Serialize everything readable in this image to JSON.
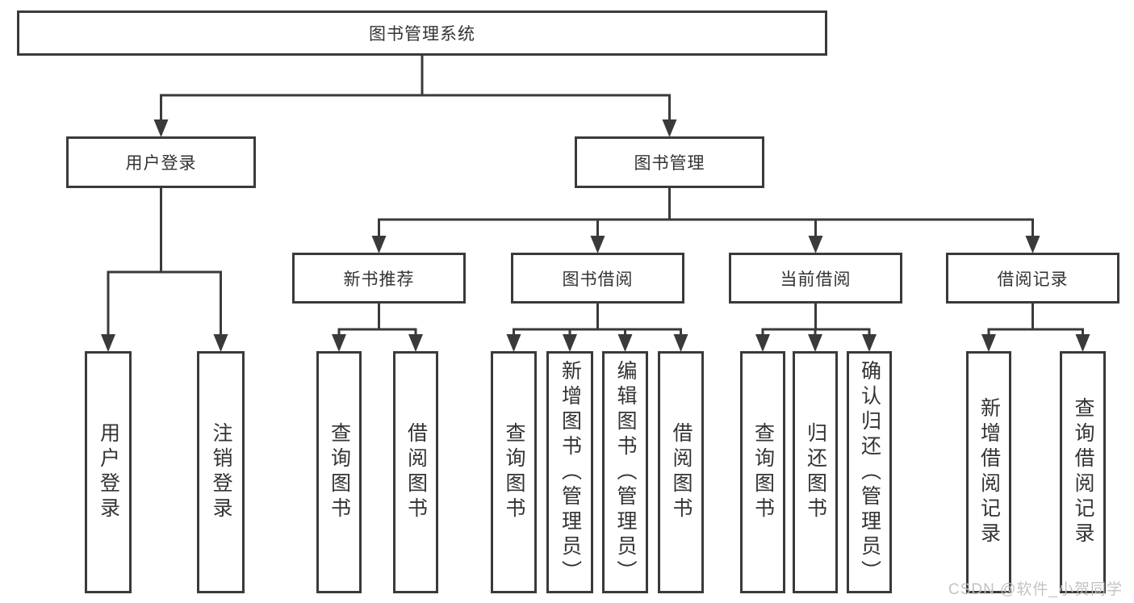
{
  "diagram_title": "图书管理系统",
  "watermark": "CSDN @软件_小贺同学",
  "colors": {
    "line": "#3a3a3a",
    "border": "#3a3a3a",
    "text": "#333333",
    "background": "#ffffff",
    "watermark": "#c0c0c0"
  },
  "nodes": [
    {
      "id": "system",
      "label": "图书管理系统",
      "children": [
        "user-login",
        "book-mgmt"
      ]
    },
    {
      "id": "user-login",
      "label": "用户登录",
      "children": [
        "user-login-action",
        "logout-action"
      ]
    },
    {
      "id": "book-mgmt",
      "label": "图书管理",
      "children": [
        "new-book-rec",
        "book-borrow",
        "current-borrow",
        "borrow-records"
      ]
    },
    {
      "id": "new-book-rec",
      "label": "新书推荐",
      "children": [
        "query-books-1",
        "borrow-books-1"
      ]
    },
    {
      "id": "book-borrow",
      "label": "图书借阅",
      "children": [
        "query-books-2",
        "add-books",
        "edit-books",
        "borrow-books-2"
      ]
    },
    {
      "id": "current-borrow",
      "label": "当前借阅",
      "children": [
        "query-books-3",
        "return-books",
        "confirm-return"
      ]
    },
    {
      "id": "borrow-records",
      "label": "借阅记录",
      "children": [
        "add-borrow-record",
        "query-borrow-record"
      ]
    },
    {
      "id": "user-login-action",
      "label": "用户登录",
      "children": []
    },
    {
      "id": "logout-action",
      "label": "注销登录",
      "children": []
    },
    {
      "id": "query-books-1",
      "label": "查询图书",
      "children": []
    },
    {
      "id": "borrow-books-1",
      "label": "借阅图书",
      "children": []
    },
    {
      "id": "query-books-2",
      "label": "查询图书",
      "children": []
    },
    {
      "id": "add-books",
      "label": "新增图书（管理员）",
      "children": []
    },
    {
      "id": "edit-books",
      "label": "编辑图书（管理员）",
      "children": []
    },
    {
      "id": "borrow-books-2",
      "label": "借阅图书",
      "children": []
    },
    {
      "id": "query-books-3",
      "label": "查询图书",
      "children": []
    },
    {
      "id": "return-books",
      "label": "归还图书",
      "children": []
    },
    {
      "id": "confirm-return",
      "label": "确认归还（管理员）",
      "children": []
    },
    {
      "id": "add-borrow-record",
      "label": "新增借阅记录",
      "children": []
    },
    {
      "id": "query-borrow-record",
      "label": "查询借阅记录",
      "children": []
    }
  ]
}
